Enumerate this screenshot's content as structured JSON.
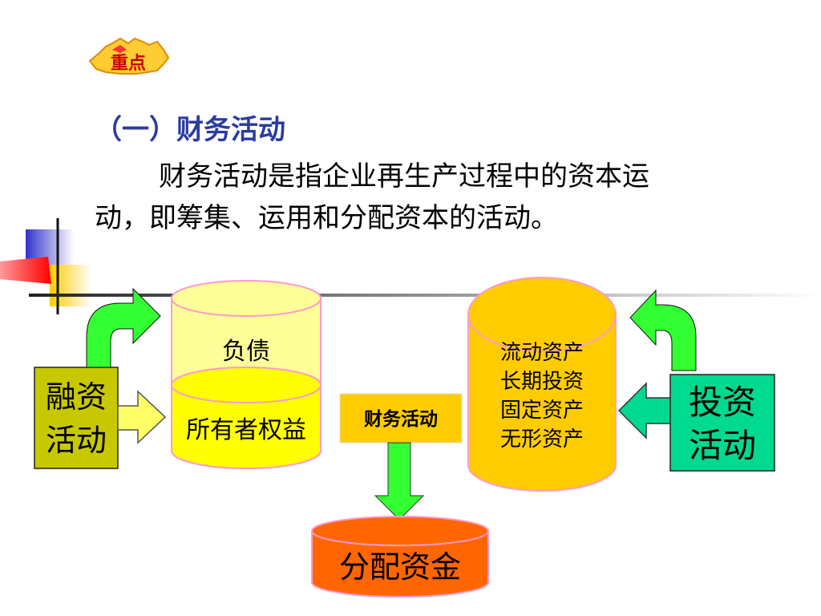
{
  "badge": {
    "text": "重点"
  },
  "heading": "（一）财务活动",
  "paragraph": {
    "line1": "财务活动是指企业再生产过程中的资本运",
    "line2": "动，即筹集、运用和分配资本的活动。"
  },
  "diagram": {
    "financing_box": {
      "line1": "融资",
      "line2": "活动"
    },
    "investing_box": {
      "line1": "投资",
      "line2": "活动"
    },
    "sources_cylinder": {
      "top_label": "负债",
      "bottom_label": "所有者权益"
    },
    "center_box": "财务活动",
    "assets_cylinder": {
      "lines": [
        "流动资产",
        "长期投资",
        "固定资产",
        "无形资产"
      ]
    },
    "distribution": "分配资金"
  },
  "colors": {
    "heading": "#2b3ca0",
    "financing_box": "#c8c800",
    "investing_box": "#00d990",
    "arrow_green": "#33ff33",
    "center_box": "#ffcc00",
    "assets_cylinder": "#ffcc00",
    "sources_top": "#ffff99",
    "sources_bottom": "#ffff00",
    "distribution": "#ff6600"
  }
}
